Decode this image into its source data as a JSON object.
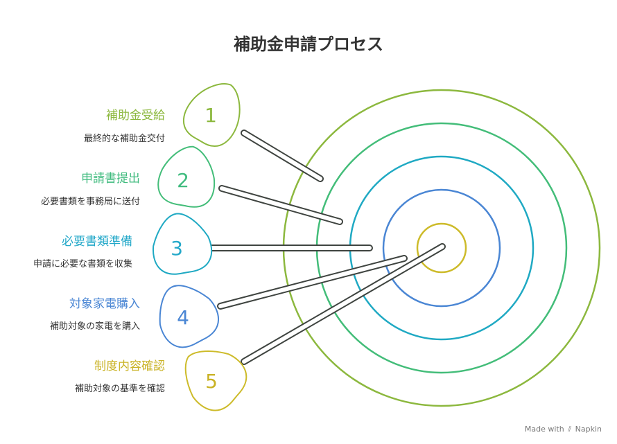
{
  "title": "補助金申請プロセス",
  "colors": {
    "ring1": "#8cb83e",
    "ring2": "#43bd79",
    "ring3": "#1fa9c3",
    "ring4": "#4a86d4",
    "ring5": "#cdbb2a",
    "arrow_stroke": "#3f4440",
    "title": "#333333"
  },
  "steps": [
    {
      "number": "1",
      "title": "補助金受給",
      "desc": "最終的な補助金交付",
      "color": "#8cb83e"
    },
    {
      "number": "2",
      "title": "申請書提出",
      "desc": "必要書類を事務局に送付",
      "color": "#3fbb7e"
    },
    {
      "number": "3",
      "title": "必要書類準備",
      "desc": "申請に必要な書類を収集",
      "color": "#23a8c9"
    },
    {
      "number": "4",
      "title": "対象家電購入",
      "desc": "補助対象の家電を購入",
      "color": "#4a86d4"
    },
    {
      "number": "5",
      "title": "制度内容確認",
      "desc": "補助対象の基準を確認",
      "color": "#c9b224"
    }
  ],
  "footer": {
    "made_with": "Made with",
    "brand": "Napkin"
  }
}
